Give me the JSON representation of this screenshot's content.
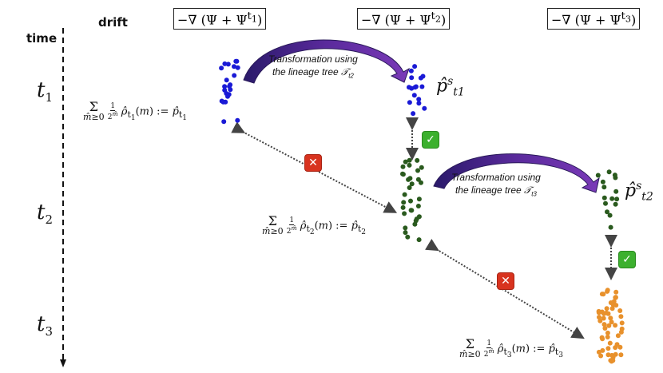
{
  "header": {
    "time_label": "time",
    "drift_label": "drift",
    "drift_boxes": [
      "−∇ (Ψ + Ψ^t1)",
      "−∇ (Ψ + Ψ^t2)",
      "−∇ (Ψ + Ψ^t3)"
    ]
  },
  "time_steps": [
    {
      "name": "t",
      "sub": "1"
    },
    {
      "name": "t",
      "sub": "2"
    },
    {
      "name": "t",
      "sub": "3"
    }
  ],
  "sum_labels": [
    {
      "lhs": "Σ m̂≥0 (1/2^m̂) ρ̂",
      "sub": "t1",
      "rhs": "(m) := p̂",
      "rhs_sub": "t1"
    },
    {
      "lhs": "Σ m̂≥0 (1/2^m̂) ρ̂",
      "sub": "t2",
      "rhs": "(m) := p̂",
      "rhs_sub": "t2"
    },
    {
      "lhs": "Σ m̂≥0 (1/2^m̂) ρ̂",
      "sub": "t3",
      "rhs": "(m) := p̂",
      "rhs_sub": "t3"
    }
  ],
  "transforms": [
    {
      "line1": "Transformation using",
      "line2": "the lineage tree 𝒯",
      "sub": "t2"
    },
    {
      "line1": "Transformation using",
      "line2": "the lineage tree 𝒯",
      "sub": "t3"
    }
  ],
  "transformed_labels": [
    {
      "base": "p̂",
      "sup": "s",
      "sub": "t1"
    },
    {
      "base": "p̂",
      "sup": "s",
      "sub": "t2"
    }
  ],
  "colors": {
    "t1_points": "#1a1ad6",
    "t2_points": "#2a5a1e",
    "t3_points": "#e8912c",
    "arrow": "#5a2a8c",
    "check": "#3cb02e",
    "cross": "#d8331f"
  },
  "icons": {
    "check": "check-icon",
    "cross": "cross-icon"
  }
}
